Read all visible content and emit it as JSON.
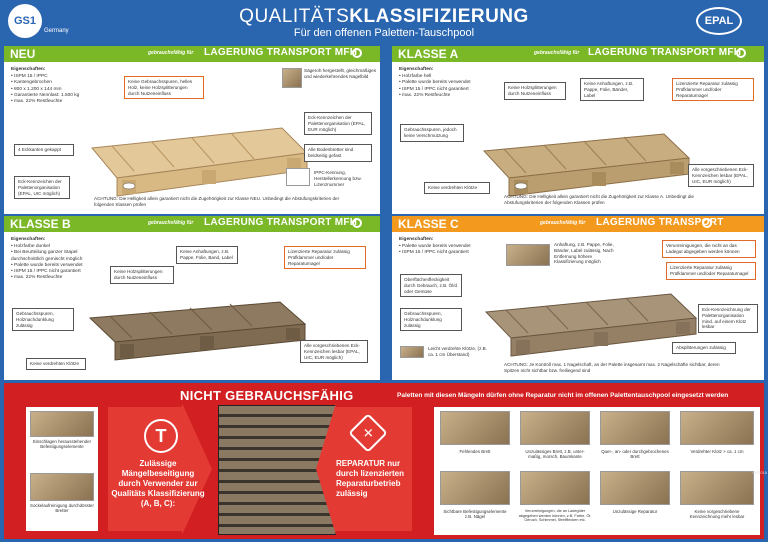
{
  "header": {
    "gs1_logo": "GS1",
    "gs1_sub": "Germany",
    "title_light": "QUALITÄTS",
    "title_bold": "KLASSIFIZIERUNG",
    "subtitle": "Für den offenen Paletten-Tauschpool",
    "epal_logo": "EPAL"
  },
  "uses_label": "gebrauchsfähig für",
  "uses": {
    "full": "LAGERUNG  TRANSPORT  MFH",
    "c": "LAGERUNG  TRANSPORT"
  },
  "neu": {
    "name": "NEU",
    "eig_head": "Eigenschaften:",
    "eig": [
      "• ISPM 15 / IPPC",
      "• Kantengebrochen",
      "• 800 x 1.200 x 144 mm",
      "• Garantierte Nennlast: 1.500 kg",
      "• max. 22% Restfeuchte"
    ],
    "c1": "Keine Gebrauchsspuren, helles Holz, keine Holzsplitterungen durch Nutzeneinfluss",
    "c2": "Sägeroh hergestellt, gleichmäßiges und wiederkehrendes Nagelbild",
    "c3": "4 Eckkanten gekappt",
    "c4": "Eck-Kennzeichen der Palettenorganisation (EPAL, UIC möglich)",
    "c5": "Eck-Kennzeichen der Palettenorganisation (EPAL, EUR möglich)",
    "c6": "Alle Bodenbretter sind beidseitig gefast",
    "c7": "IPPC-Kennung, Herstellerkennung bzw. Lizenznummer",
    "note": "ACHTUNG: Die Helligkeit allein garantiert nicht die Zugehörigkeit zur Klasse NEU. Unbedingt die Abstufungskriterien der folgenden Klassen prüfen"
  },
  "a": {
    "name": "KLASSE A",
    "eig_head": "Eigenschaften:",
    "eig": [
      "• Holzfarbe hell",
      "• Palette wurde bereits verwendet",
      "• ISPM 15 / IPPC nicht garantiert",
      "• max. 22% Restfeuchte"
    ],
    "c1": "Keine Holzsplitterungen durch Nutzeneinfluss",
    "c2": "Keine Anhaftungen, z.B. Pappe, Folie, Bänder, Label",
    "c3": "Lizenzierte Reparatur zulässig Prüfklammer und/oder Reparaturnagel",
    "c4": "Gebrauchsspuren, jedoch keine Verschmutzung",
    "c5": "Keine verdrehten Klötze",
    "c6": "Alle vorgeschriebenen Eck-Kennzeichen lesbar (EPAL, UIC, EUR möglich)",
    "note": "ACHTUNG: Die Helligkeit allein garantiert nicht die Zugehörigkeit zur Klasse A. Unbedingt die Abstufungskriterien der folgenden Klassen prüfen"
  },
  "b": {
    "name": "KLASSE B",
    "eig_head": "Eigenschaften:",
    "eig": [
      "• Holzfarbe dunkel",
      "• Bei Beurteilung ganzer Stapel durchschnittlich gemischt möglich",
      "• Palette wurde bereits verwendet",
      "• ISPM 15 / IPPC nicht garantiert",
      "• max. 22% Restfeuchte"
    ],
    "c1": "Keine Anhaftungen, z.B. Pappe, Folie, Band, Label",
    "c2": "Keine Holzsplitterungen durch Nutzeneinfluss",
    "c3": "Lizenzierte Reparatur zulässig Prüfklammer und/oder Reparaturnagel",
    "c4": "Gebrauchsspuren, Holznachdunklung zulässig",
    "c5": "Keine verdrehten Klötze",
    "c6": "Alle vorgeschriebenen Eck-Kennzeichen lesbar (EPAL, UIC, EUR möglich)"
  },
  "c": {
    "name": "KLASSE C",
    "eig_head": "Eigenschaften:",
    "eig": [
      "• Palette wurde bereits verwendet",
      "• ISPM 15 / IPPC nicht garantiert"
    ],
    "c1": "Anhaftung, z.B. Pappe, Folie, Bänder, Label zulässig, Nach Entfernung höhere Klassifizierung möglich",
    "c2": "Verunreinigungen, die nicht an das Ladegut abgegeben werden können",
    "c3": "Oberflächenfleckigkeit durch Gebrauch, z.B. Öl/d oder Gemüse",
    "c4": "Lizenzierte Reparatur zulässig Prüfklammer und/oder Reparaturnagel",
    "c5": "Gebrauchsspuren, Holznachdunklung zulässig",
    "c6": "Eck-Kennzeichnung der Palettenorganisation mind. auf einem Klotz lesbar",
    "c7": "Leicht verdrehte Klötze, (z.B. ca. 1 cm Überstand)",
    "c8": "Absplitterungen zulässig",
    "note": "ACHTUNG: Je Kontroll max. 1 Nagelschaft, an der Palette insgesamt max. 2 Nagelschäfte sichtbar, deren Spitzen nicht sichtbar bzw. freiliegend sind"
  },
  "bottom": {
    "title": "NICHT GEBRAUCHSFÄHIG",
    "right_title": "Paletten mit diesen Mängeln dürfen ohne Reparatur nicht im offenen Palettentauschpool eingesetzt werden",
    "left_cap1": "Einschlagen herausstehender Befestigungselemente",
    "left_cap2": "Sockelaufreinigung durchdösster Bretter",
    "icon_t": "T",
    "icon_x": "✕",
    "text_left": "Zulässige Mängelbeseitigung durch Verwender zur Qualitäts Klassifizierung (A, B, C):",
    "text_right": "REPARATUR nur durch lizenzierten Reparaturbetrieb zulässig",
    "defects": [
      "Fehlendes Brett",
      "Unzulässiges Brett, z.B. unter-maßig, morsch, Baumkante",
      "Quer-, an- oder durchgebrochenes Brett",
      "Verdrehter Klotz > ca. 1 cm",
      "Sichtbare Befestigungselemente z.B. Nägel",
      "Verunreinigungen, die an Ladegüter abgegeben werden können, z.B. Farbe, Öl, Geruch, Schimmel, Streifflecken etc.",
      "Unzulässige Reparatur",
      "Keine vorgeschriebene Kennzeichnung mehr lesbar"
    ],
    "side_code": "02/2018"
  },
  "colors": {
    "blue": "#2a65b0",
    "green": "#7ab828",
    "orange": "#f39a1e",
    "red": "#d21f21"
  }
}
